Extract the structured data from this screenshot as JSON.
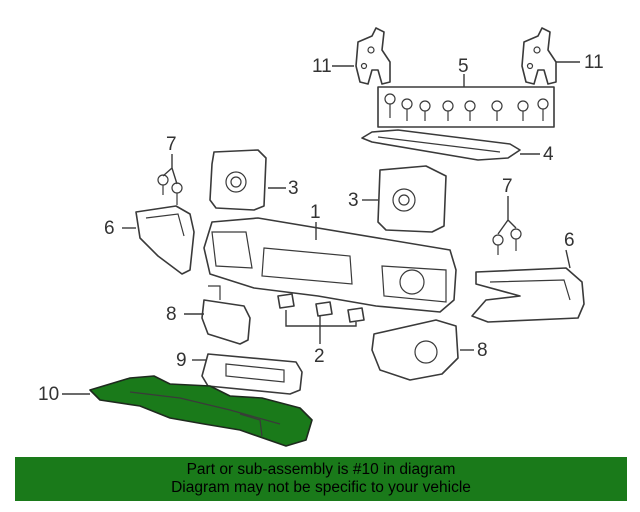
{
  "callouts": {
    "c1": "1",
    "c2": "2",
    "c3a": "3",
    "c3b": "3",
    "c4": "4",
    "c5": "5",
    "c6a": "6",
    "c6b": "6",
    "c7a": "7",
    "c7b": "7",
    "c8a": "8",
    "c8b": "8",
    "c9": "9",
    "c10": "10",
    "c11a": "11",
    "c11b": "11"
  },
  "highlight_color": "#1a7a1a",
  "banner": {
    "line1": "Part or sub-assembly is #10 in diagram",
    "line2": "Diagram may not be specific to your vehicle"
  }
}
